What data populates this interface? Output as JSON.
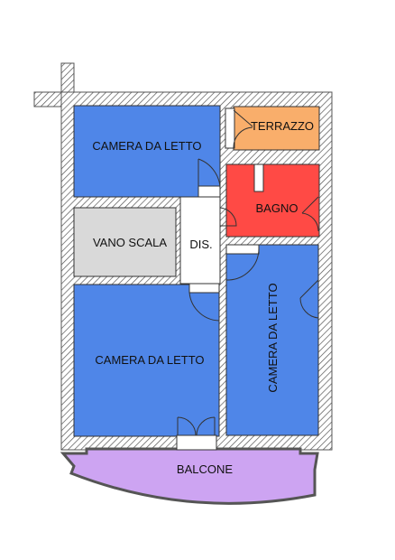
{
  "plan": {
    "rooms": [
      {
        "key": "camera_1",
        "label": "CAMERA DA LETTO",
        "color": "#4F86E8"
      },
      {
        "key": "terrazzo",
        "label": "TERRAZZO",
        "color": "#F9AE6B"
      },
      {
        "key": "bagno",
        "label": "BAGNO",
        "color": "#FF4A45"
      },
      {
        "key": "vano_scala",
        "label": "VANO SCALA",
        "color": "#D9D9D9"
      },
      {
        "key": "dis",
        "label": "DIS.",
        "color": "#FFFFFF"
      },
      {
        "key": "camera_2",
        "label": "CAMERA DA LETTO",
        "color": "#4F86E8"
      },
      {
        "key": "camera_3",
        "label": "CAMERA DA LETTO",
        "color": "#4F86E8"
      },
      {
        "key": "balcone",
        "label": "BALCONE",
        "color": "#CDA4F2"
      }
    ],
    "wall_color": "#555555",
    "wall_fill": "#FFFFFF"
  }
}
